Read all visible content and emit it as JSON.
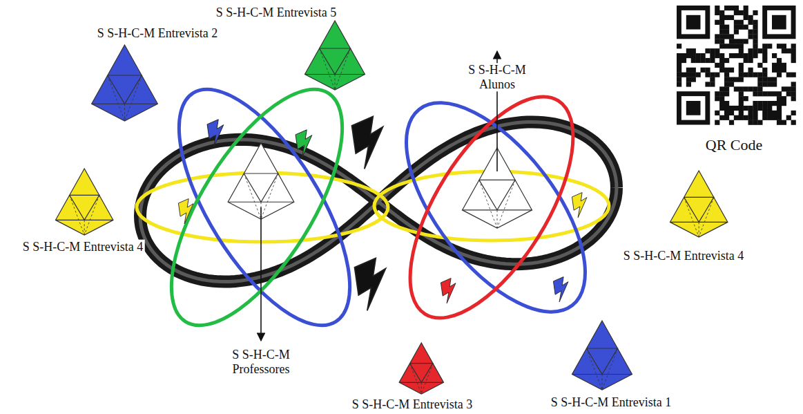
{
  "diagram": {
    "nodes": [
      {
        "text": [
          "S S-H-C-M Entrevista 2"
        ]
      },
      {
        "text": [
          "S S-H-C-M Entrevista 5"
        ]
      },
      {
        "text": [
          "S S-H-C-M Entrevista 4"
        ]
      },
      {
        "text": [
          "S S-H-C-M Entrevista 4"
        ]
      },
      {
        "text": [
          "S S-H-C-M Entrevista 3"
        ]
      },
      {
        "text": [
          "S S-H-C-M Entrevista 1"
        ]
      }
    ],
    "edges": [],
    "labels": [
      "S S-H-C-M Alunos",
      "S S-H-C-M Professores",
      "QR Code"
    ]
  }
}
